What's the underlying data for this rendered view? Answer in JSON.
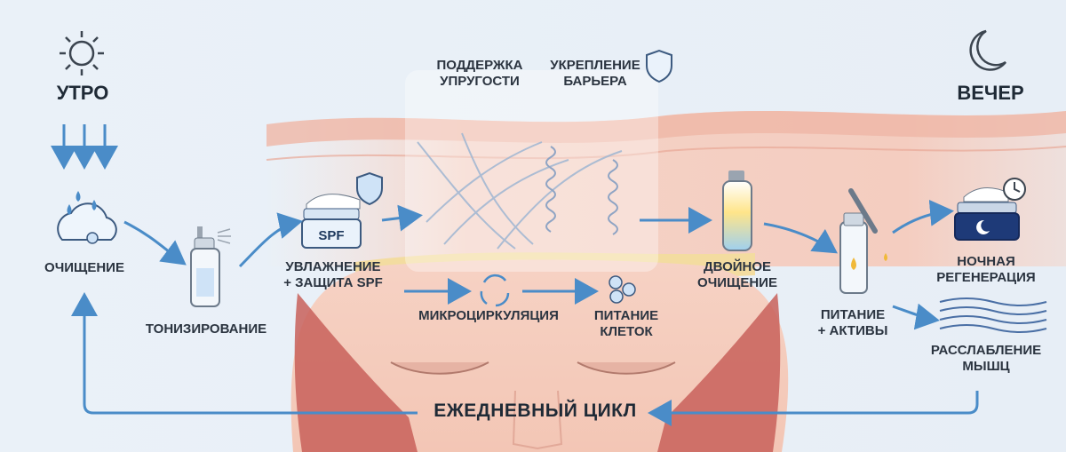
{
  "morning": {
    "title": "УТРО",
    "icon": "sun-icon"
  },
  "evening": {
    "title": "ВЕЧЕР",
    "icon": "moon-icon"
  },
  "steps": {
    "cleansing": "ОЧИЩЕНИЕ",
    "toning": "ТОНИЗИРОВАНИЕ",
    "moisturizing": "УВЛАЖНЕНИЕ\n+ ЗАЩИТА SPF",
    "double_cleansing": "ДВОЙНОЕ\nОЧИЩЕНИЕ",
    "nutrition": "ПИТАНИЕ\n+ АКТИВЫ",
    "night_regeneration": "НОЧНАЯ\nРЕГЕНЕРАЦИЯ",
    "muscle_relaxation": "РАССЛАБЛЕНИЕ\nМЫШЦ"
  },
  "effects": {
    "elasticity": "ПОДДЕРЖКА\nУПРУГОСТИ",
    "barrier": "УКРЕПЛЕНИЕ\nБАРЬЕРА",
    "microcirculation": "МИКРОЦИРКУЛЯЦИЯ",
    "cell_nutrition": "ПИТАНИЕ\nКЛЕТОК"
  },
  "spf_label": "SPF",
  "cycle_label": "ЕЖЕДНЕВНЫЙ ЦИКЛ",
  "colors": {
    "arrow": "#4a8cc8",
    "text": "#2b3440",
    "skin": "#f4c7b8",
    "fat": "#f3dca0",
    "muscle": "#c8605a",
    "night_jar": "#1e3a78"
  }
}
